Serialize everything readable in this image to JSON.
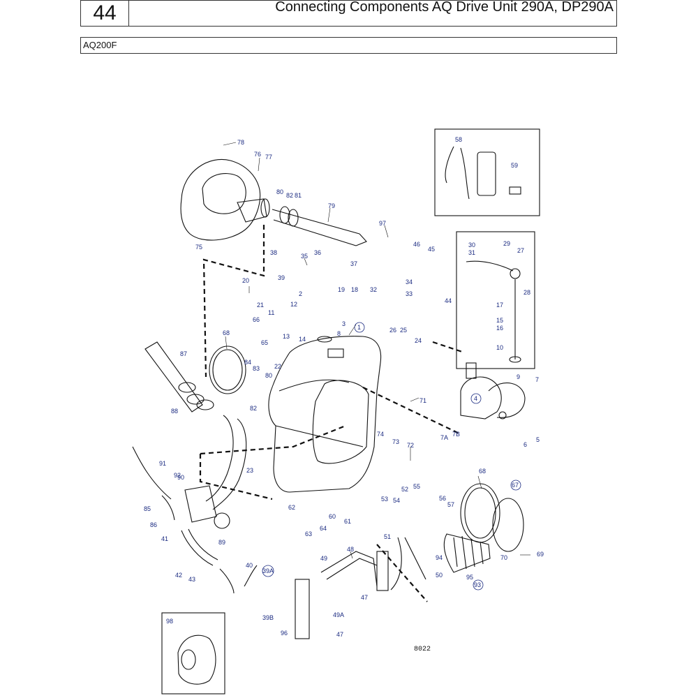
{
  "header": {
    "page_number": "44",
    "title": "Connecting Components AQ Drive Unit 290A, DP290A"
  },
  "model": "AQ200F",
  "figure_code": "8022",
  "callouts": {
    "c78": "78",
    "c76": "76",
    "c77": "77",
    "c80a": "80",
    "c82a": "82",
    "c81": "81",
    "c79": "79",
    "c75": "75",
    "c58": "58",
    "c59": "59",
    "c97": "97",
    "c46": "46",
    "c45": "45",
    "c44": "44",
    "c38": "38",
    "c36": "36",
    "c35": "35",
    "c37": "37",
    "c39": "39",
    "c30": "30",
    "c31": "31",
    "c29": "29",
    "c27": "27",
    "c28": "28",
    "c17": "17",
    "c15": "15",
    "c16": "16",
    "c10": "10",
    "c20": "20",
    "c21": "21",
    "c2": "2",
    "c12": "12",
    "c19": "19",
    "c18": "18",
    "c32": "32",
    "c34": "34",
    "c33": "33",
    "c11": "11",
    "c3": "3",
    "c66": "66",
    "c65": "65",
    "c13": "13",
    "c14": "14",
    "c8": "8",
    "c1": "1",
    "c68a": "68",
    "c87": "87",
    "c84": "84",
    "c83": "83",
    "c80b": "80",
    "c82b": "82",
    "c88": "88",
    "c22": "22",
    "c26": "26",
    "c25": "25",
    "c24": "24",
    "c9": "9",
    "c7": "7",
    "c4": "4",
    "c71": "71",
    "c7a": "7A",
    "c7b": "7B",
    "c74": "74",
    "c73": "73",
    "c6": "6",
    "c5": "5",
    "c72": "72",
    "c91": "91",
    "c92": "92",
    "c90": "90",
    "c23": "23",
    "c68b": "68",
    "c67": "67",
    "c85": "85",
    "c86": "86",
    "c89": "89",
    "c41": "41",
    "c62": "62",
    "c63": "63",
    "c64": "64",
    "c60": "60",
    "c61": "61",
    "c53": "53",
    "c52": "52",
    "c55": "55",
    "c54": "54",
    "c56": "56",
    "c57": "57",
    "c51": "51",
    "c48": "48",
    "c49": "49",
    "c50": "50",
    "c94": "94",
    "c70": "70",
    "c69": "69",
    "c95": "95",
    "c93": "93",
    "c42": "42",
    "c43": "43",
    "c40": "40",
    "c39a": "39A",
    "c39b": "39B",
    "c96": "96",
    "c47a": "47",
    "c49a": "49A",
    "c47b": "47",
    "c98": "98"
  }
}
